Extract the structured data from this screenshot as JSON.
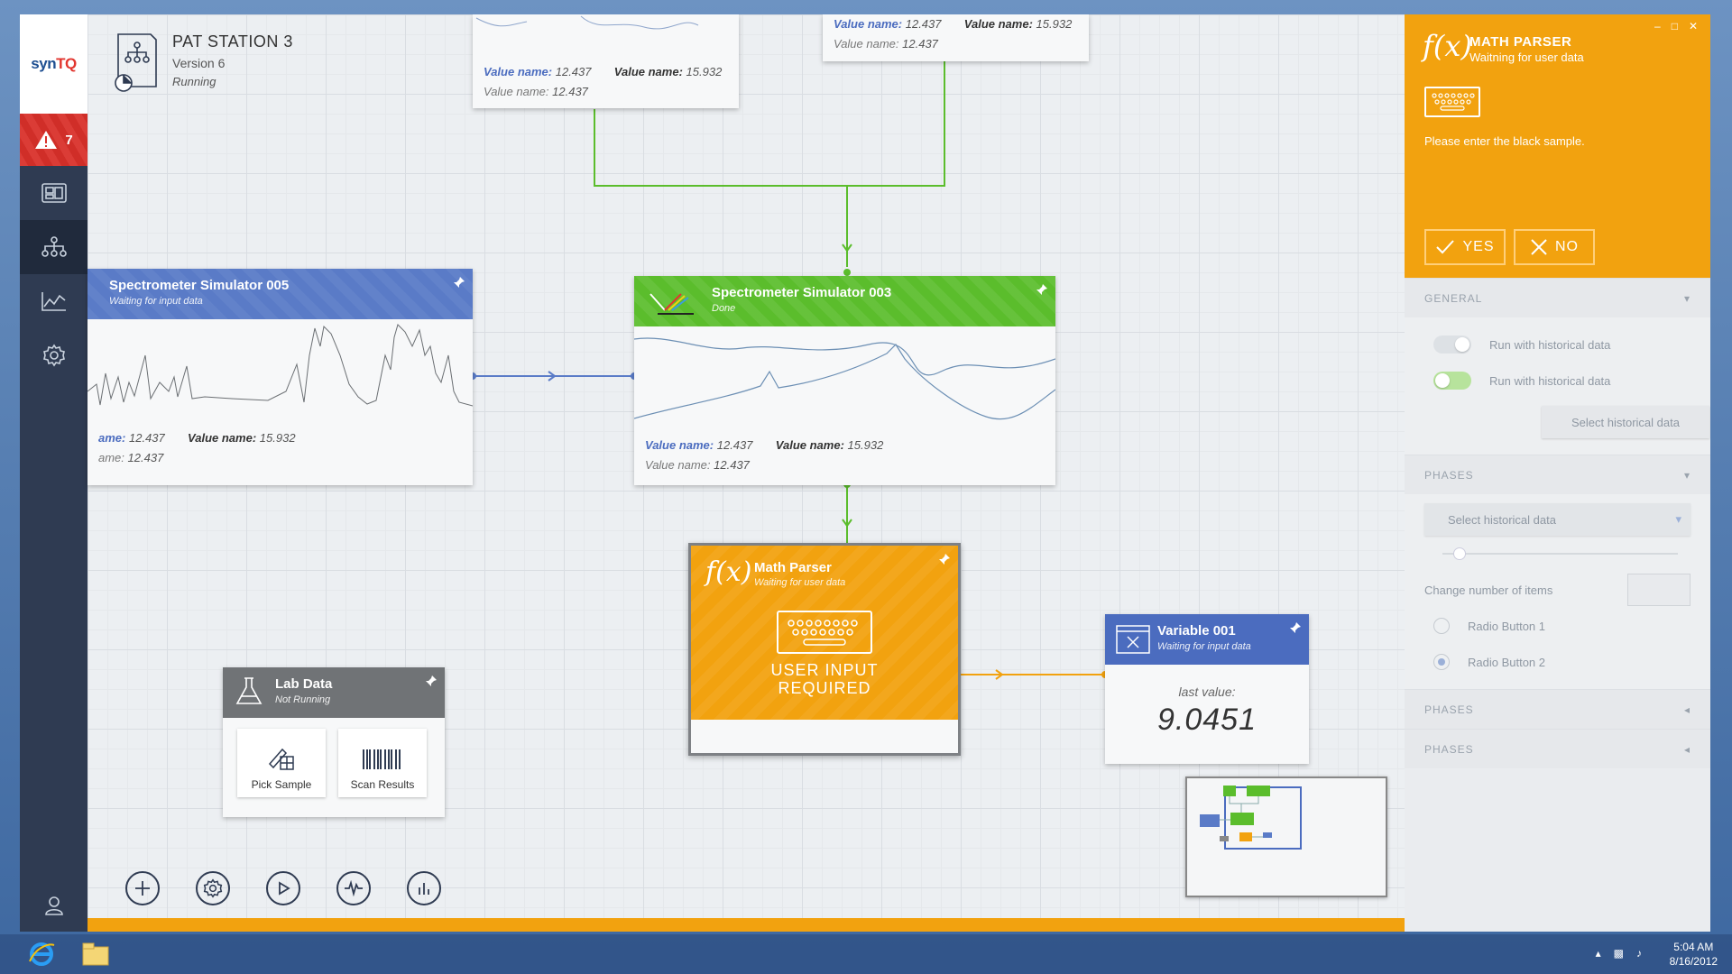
{
  "station": {
    "title": "PAT STATION 3",
    "version": "Version 6",
    "status": "Running"
  },
  "sidebar": {
    "logo_prefix": "syn",
    "logo_accent": "TQ",
    "alert_count": "7"
  },
  "nodes": {
    "top_left": {
      "value_label": "Value name:",
      "value1": "12.437",
      "value2_label": "Value name:",
      "value2": "15.932",
      "row2_label": "Value name:",
      "row2_value": "12.437"
    },
    "top_right": {
      "value_label": "Value name:",
      "value1": "12.437",
      "value2_label": "Value name:",
      "value2": "15.932",
      "row2_label": "Value name:",
      "row2_value": "12.437"
    },
    "spec005": {
      "title": "Spectrometer Simulator 005",
      "status": "Waiting for input data",
      "value_label": "ame:",
      "value1": "12.437",
      "value2_label": "Value name:",
      "value2": "15.932",
      "row2_label": "ame:",
      "row2_value": "12.437"
    },
    "spec003": {
      "title": "Spectrometer Simulator 003",
      "status": "Done",
      "value_label": "Value name:",
      "value1": "12.437",
      "value2_label": "Value name:",
      "value2": "15.932",
      "row2_label": "Value name:",
      "row2_value": "12.437"
    },
    "math": {
      "symbol": "f(x)",
      "title": "Math Parser",
      "status": "Waiting for user data",
      "line1": "USER INPUT",
      "line2": "REQUIRED"
    },
    "variable": {
      "title": "Variable 001",
      "status": "Waiting for input data",
      "last_label": "last value:",
      "last_value": "9.0451"
    },
    "lab": {
      "title": "Lab Data",
      "status": "Not Running",
      "btn1": "Pick Sample",
      "btn2": "Scan Results"
    }
  },
  "panel": {
    "symbol": "f(x)",
    "title": "MATH PARSER",
    "subtitle": "Waitning for user data",
    "message": "Please enter the black sample.",
    "yes": "YES",
    "no": "NO",
    "general": {
      "header": "GENERAL",
      "toggle1": "Run with historical data",
      "toggle2": "Run with historical data",
      "button": "Select historical data"
    },
    "phases1": {
      "header": "PHASES",
      "select": "Select historical data",
      "stepper_label": "Change number of items",
      "radio1": "Radio Button 1",
      "radio2": "Radio Button 2"
    },
    "phases2": {
      "header": "PHASES"
    },
    "phases3": {
      "header": "PHASES"
    }
  },
  "taskbar": {
    "time": "5:04 AM",
    "date": "8/16/2012"
  },
  "colors": {
    "accent_orange": "#f2a20f",
    "node_blue": "#5a7bc7",
    "node_green": "#5bbd2c",
    "sidebar": "#2f3b52",
    "alert_red": "#d9302a"
  }
}
